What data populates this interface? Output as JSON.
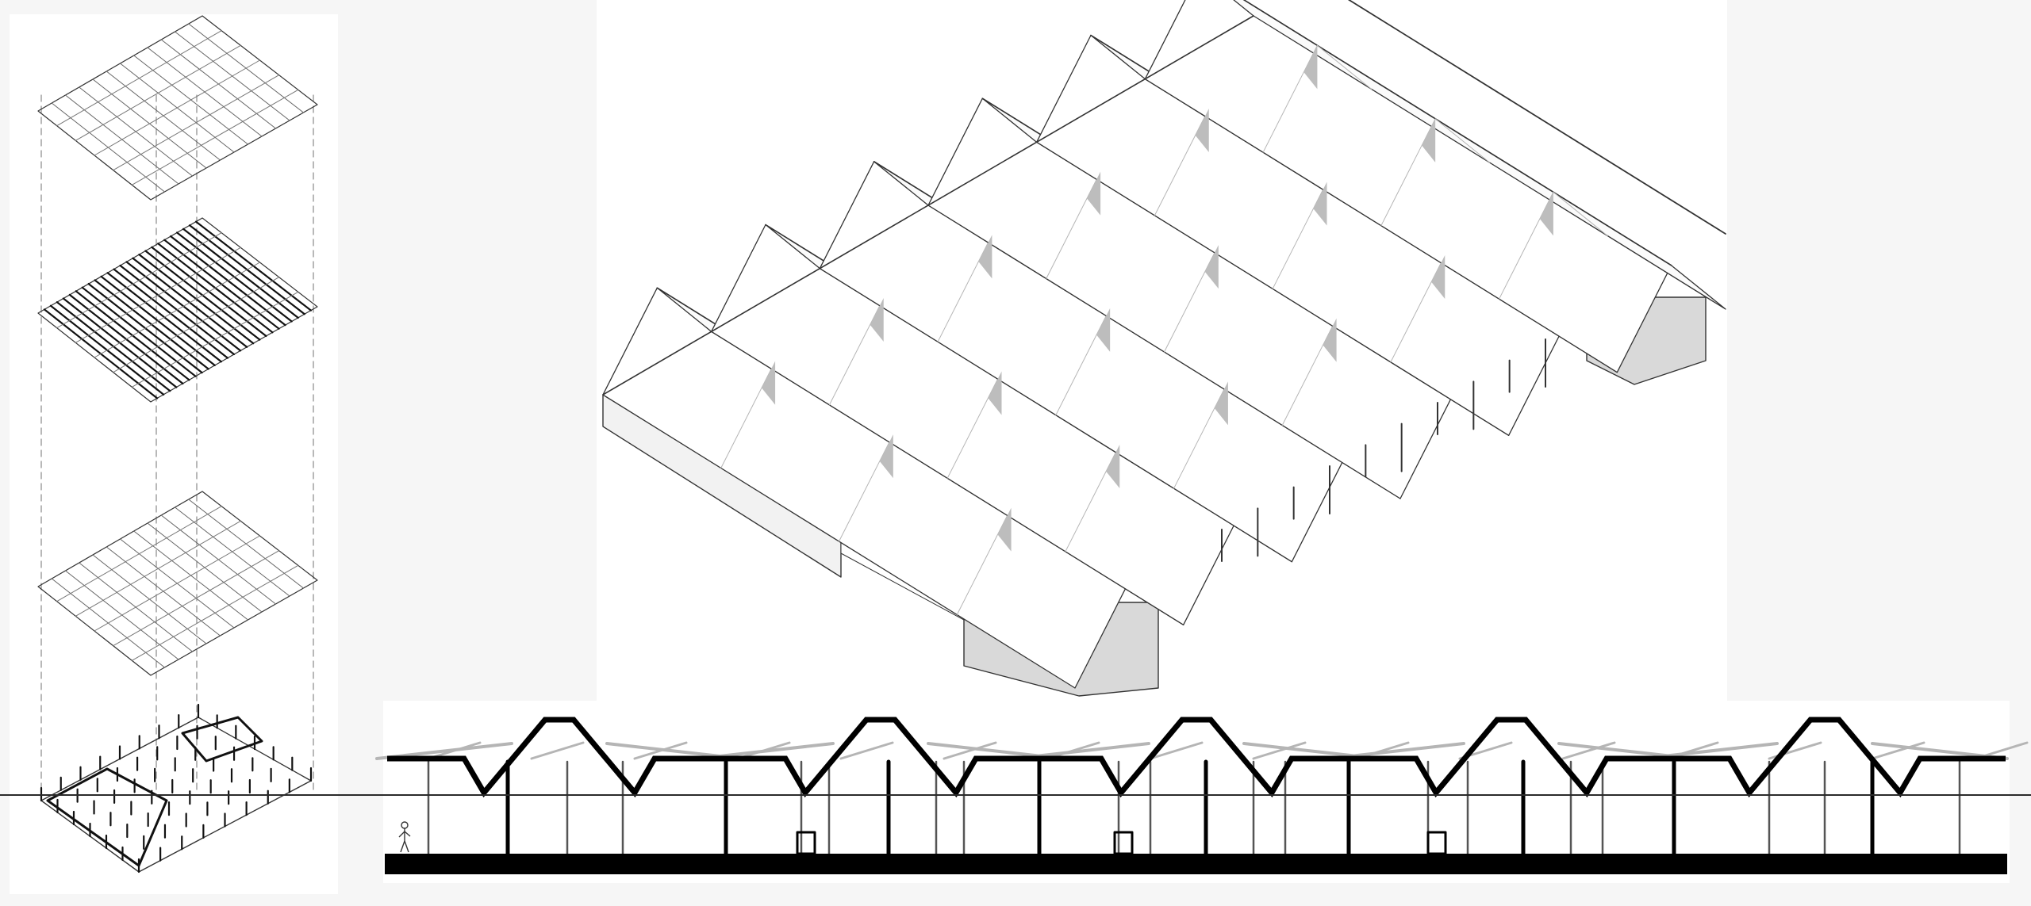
{
  "figure": {
    "views": [
      {
        "name": "exploded-axonometric",
        "layers": [
          "roof-sheet",
          "roof-structure",
          "roof-frame",
          "ground-floor-plan"
        ]
      },
      {
        "name": "roof-axonometric"
      },
      {
        "name": "cross-section"
      }
    ]
  },
  "colors": {
    "background": "#f6f6f6",
    "panel": "#ffffff",
    "line": "#333333",
    "section_cut": "#000000",
    "beyond": "#b5b5b5",
    "shade": "#bdbdbd"
  },
  "icons": [
    "human-figure-icon"
  ]
}
